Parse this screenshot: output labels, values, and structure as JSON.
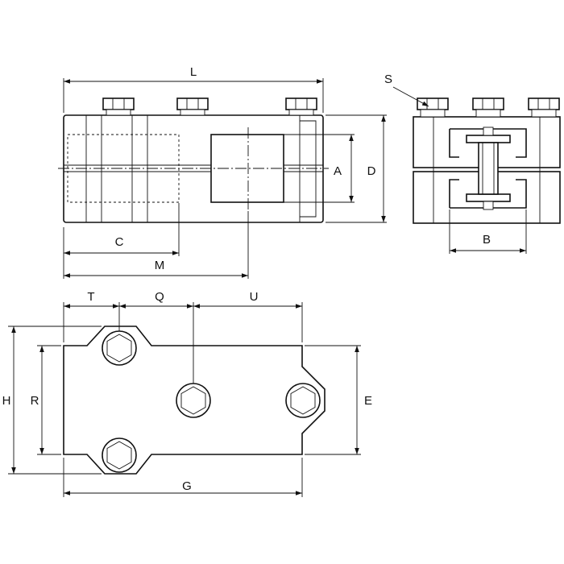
{
  "labels": {
    "L": "L",
    "S": "S",
    "A": "A",
    "D": "D",
    "B": "B",
    "C": "C",
    "M": "M",
    "T": "T",
    "Q": "Q",
    "U": "U",
    "H": "H",
    "R": "R",
    "E": "E",
    "G": "G"
  },
  "colors": {
    "line": "#111111",
    "background": "#ffffff"
  }
}
